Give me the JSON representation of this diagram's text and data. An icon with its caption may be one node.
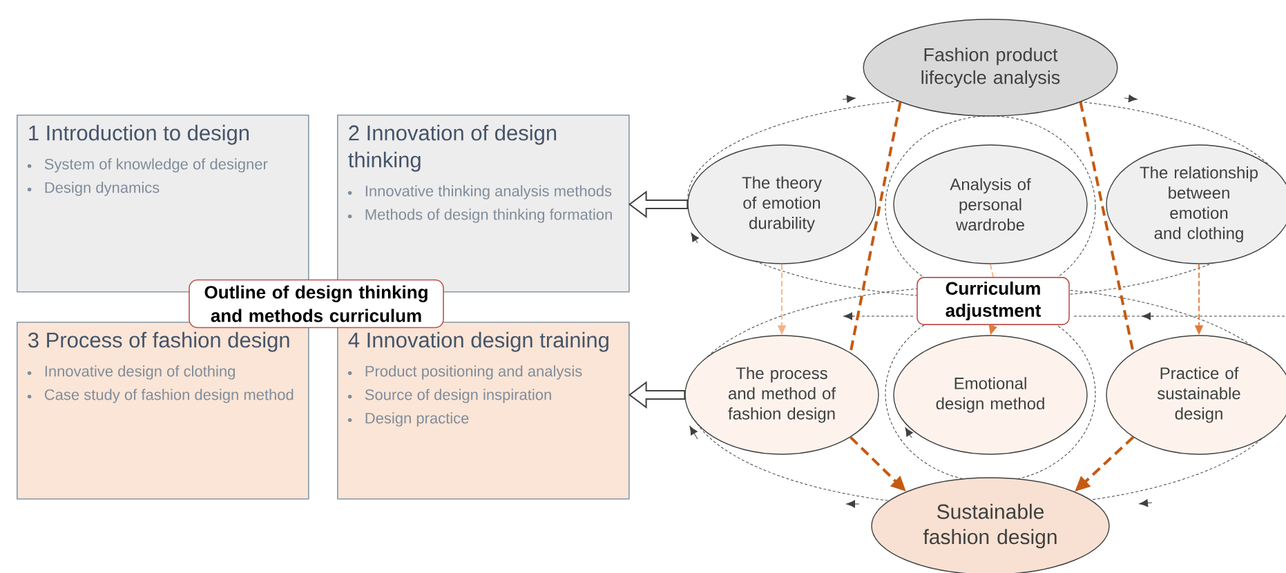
{
  "diagram": {
    "nodes": [
      {
        "text": [
          "1 Introduction to design",
          "System of knowledge of designer",
          "Design dynamics"
        ]
      },
      {
        "text": [
          "2 Innovation of design thinking",
          "Innovative thinking analysis methods",
          "Methods of design thinking formation"
        ]
      },
      {
        "text": [
          "3 Process of fashion design",
          "Innovative design of clothing",
          "Case study of fashion design method"
        ]
      },
      {
        "text": [
          "4 Innovation design training",
          "Product positioning and analysis",
          "Source of design inspiration",
          "Design practice"
        ]
      },
      {
        "text": [
          "Outline of design thinking and methods curriculum"
        ]
      },
      {
        "text": [
          "Fashion product lifecycle analysis"
        ]
      },
      {
        "text": [
          "The theory of emotion durability"
        ]
      },
      {
        "text": [
          "Analysis of personal wardrobe"
        ]
      },
      {
        "text": [
          "The relationship between emotion and clothing"
        ]
      },
      {
        "text": [
          "Curriculum adjustment"
        ]
      },
      {
        "text": [
          "The process and method of fashion design"
        ]
      },
      {
        "text": [
          "Emotional design method"
        ]
      },
      {
        "text": [
          "Practice of sustainable design"
        ]
      },
      {
        "text": [
          "Sustainable fashion design"
        ]
      }
    ],
    "edges": [
      {
        "from": 6,
        "to": 1,
        "arrow": "to",
        "style": "thick",
        "color": "#404040"
      },
      {
        "from": 10,
        "to": 3,
        "arrow": "to",
        "style": "thick",
        "color": "#404040"
      },
      {
        "from": 5,
        "to": 10,
        "arrow": "none",
        "style": "dashed",
        "color": "#c55a11"
      },
      {
        "from": 10,
        "to": 13,
        "arrow": "to",
        "style": "dashed",
        "color": "#c55a11"
      },
      {
        "from": 5,
        "to": 12,
        "arrow": "none",
        "style": "dashed",
        "color": "#c55a11"
      },
      {
        "from": 12,
        "to": 13,
        "arrow": "to",
        "style": "dashed",
        "color": "#c55a11"
      },
      {
        "from": 6,
        "to": 10,
        "arrow": "to",
        "style": "dashed",
        "color": "#f4b183"
      },
      {
        "from": 7,
        "to": 9,
        "arrow": "none",
        "style": "dashed",
        "color": "#f4b183"
      },
      {
        "from": 9,
        "to": 11,
        "arrow": "to",
        "style": "dashed",
        "color": "#e07b39"
      },
      {
        "from": 8,
        "to": 12,
        "arrow": "to",
        "style": "dashed",
        "color": "#e07b39"
      }
    ]
  }
}
